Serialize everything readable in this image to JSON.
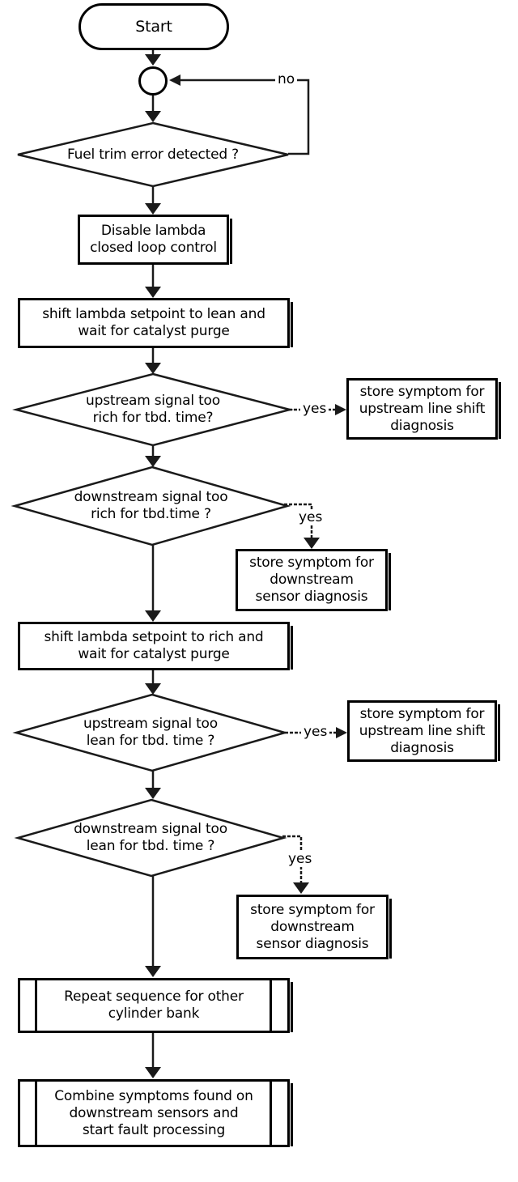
{
  "flowchart": {
    "start": {
      "type": "terminator",
      "label": "Start"
    },
    "junction": {
      "type": "connector-circle"
    },
    "decisions": [
      {
        "type": "decision",
        "text": "Fuel trim error detected ?"
      },
      {
        "type": "decision",
        "text": "upstream signal too\nrich for tbd. time?"
      },
      {
        "type": "decision",
        "text": "downstream signal too\nrich for tbd.time ?"
      },
      {
        "type": "decision",
        "text": "upstream signal too\nlean for tbd. time ?"
      },
      {
        "type": "decision",
        "text": "downstream signal too\nlean for tbd. time ?"
      }
    ],
    "processes": [
      {
        "type": "process",
        "text": "Disable lambda\nclosed loop control"
      },
      {
        "type": "process",
        "text": "shift lambda setpoint to lean and\nwait for catalyst purge"
      },
      {
        "type": "process",
        "text": "store symptom for\nupstream line shift\ndiagnosis"
      },
      {
        "type": "process",
        "text": "store symptom for\ndownstream\nsensor diagnosis"
      },
      {
        "type": "process",
        "text": "shift lambda setpoint to rich and\nwait for catalyst purge"
      },
      {
        "type": "process",
        "text": "store symptom for\nupstream line shift\ndiagnosis"
      },
      {
        "type": "process",
        "text": "store symptom for\ndownstream\nsensor diagnosis"
      }
    ],
    "subroutines": [
      {
        "type": "predefined-process",
        "text": "Repeat sequence for other\ncylinder bank"
      },
      {
        "type": "predefined-process",
        "text": "Combine symptoms found on\ndownstream sensors and\nstart fault processing"
      }
    ],
    "edge_labels": {
      "no": "no",
      "yes1": "yes",
      "yes2": "yes",
      "yes3": "yes",
      "yes4": "yes"
    }
  },
  "colors": {
    "background": "#ffffff",
    "line": "#1a1a1a",
    "node_fill": "#ffffff",
    "text": "#000000"
  }
}
